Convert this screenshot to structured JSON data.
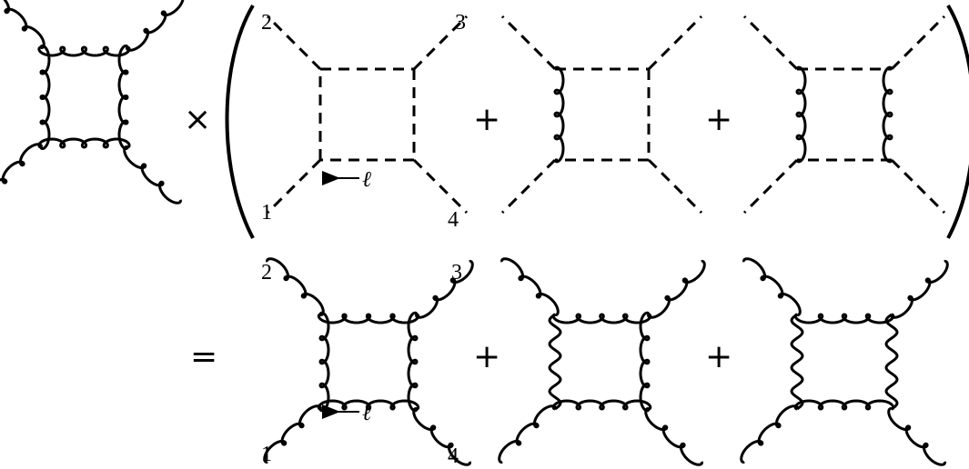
{
  "operators": {
    "times": "×",
    "plus": "+",
    "equals": "="
  },
  "labels": {
    "leg1": "1",
    "leg2": "2",
    "leg3": "3",
    "leg4": "4",
    "loop_momentum": "ℓ"
  },
  "colors": {
    "ink": "#000000",
    "background": "#ffffff"
  },
  "diagrams": [
    {
      "id": "tree-gluon-box",
      "edges": "gluon"
    },
    {
      "id": "scalar-box",
      "edges": "scalar"
    },
    {
      "id": "scalar-box-one-gluon-side",
      "edges": "gluon-left"
    },
    {
      "id": "scalar-box-two-gluon-sides",
      "edges": "gluon-left-right"
    },
    {
      "id": "gluon-box-result",
      "edges": "gluon"
    },
    {
      "id": "gluon-box-one-photon-side",
      "edges": "wavy-left"
    },
    {
      "id": "gluon-box-two-photon-sides",
      "edges": "wavy-left-right"
    }
  ]
}
